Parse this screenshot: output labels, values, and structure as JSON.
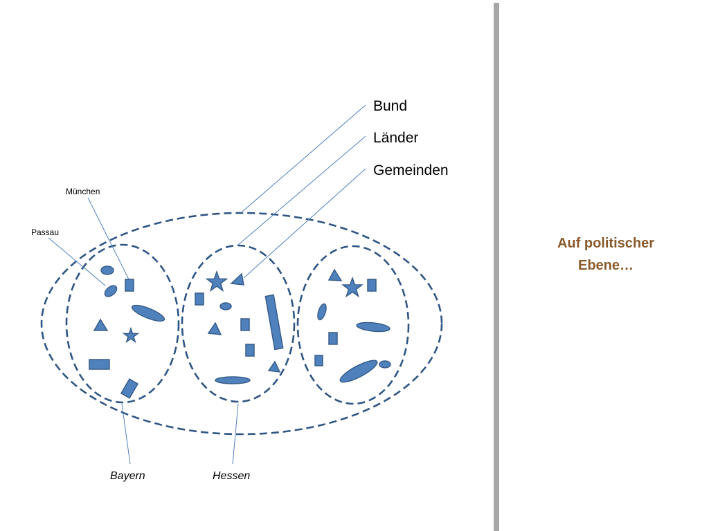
{
  "labels": {
    "bund": "Bund",
    "laender": "Länder",
    "gemeinden": "Gemeinden",
    "muenchen": "München",
    "passau": "Passau",
    "bayern": "Bayern",
    "hessen": "Hessen"
  },
  "caption": {
    "line1": "Auf politischer",
    "line2": "Ebene…"
  },
  "colors": {
    "dashed_outline": "#2e5584",
    "shape_fill": "#4f81bd",
    "leader_line": "#4f81bd",
    "divider": "#a6a6a6",
    "caption_text": "#8a5a2c"
  }
}
